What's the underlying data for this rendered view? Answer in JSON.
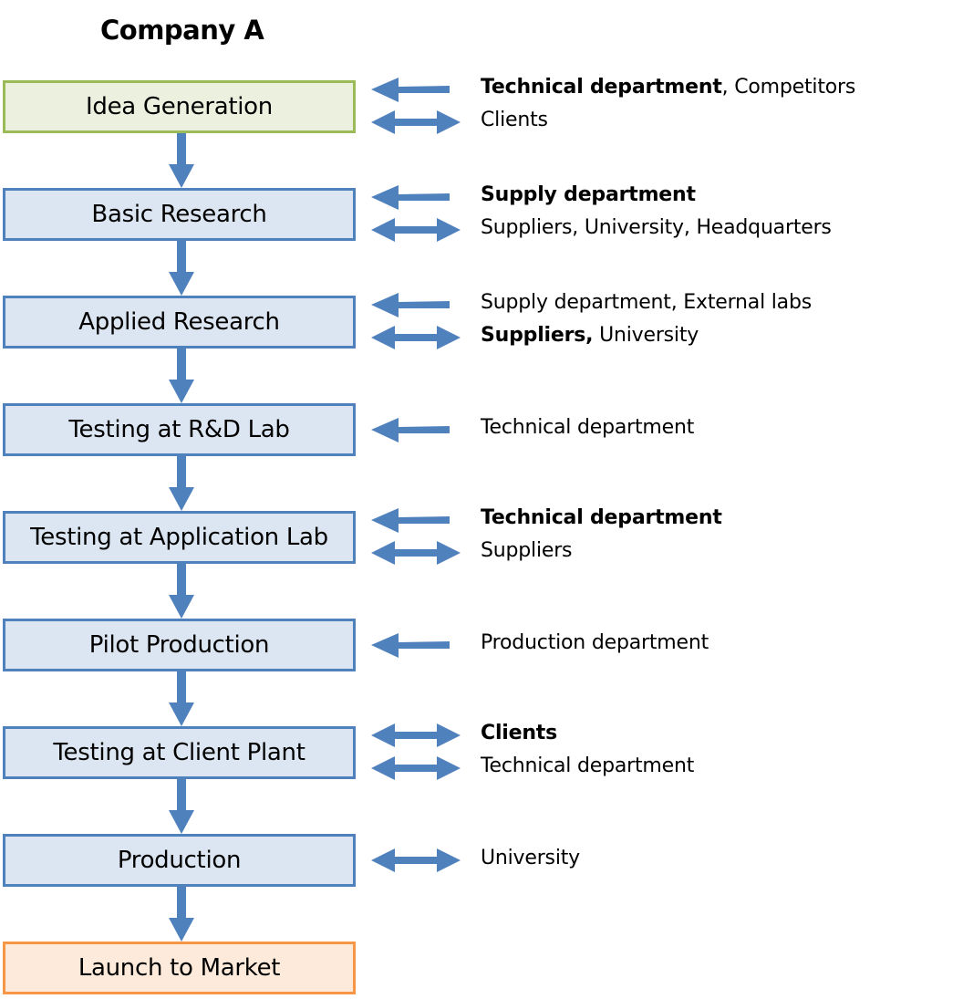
{
  "title": "Company A",
  "colors": {
    "stage_border": "#4f81bd",
    "stage_fill": "#dce6f2",
    "first_border": "#9bbb59",
    "first_fill": "#ebf1de",
    "last_border": "#f79646",
    "last_fill": "#fdeada",
    "arrow": "#4f81bd"
  },
  "stages": [
    {
      "label": "Idea Generation",
      "links": [
        {
          "direction": "inbound",
          "parts": [
            {
              "text": "Technical department",
              "bold": true
            },
            {
              "text": ", Competitors",
              "bold": false
            }
          ]
        },
        {
          "direction": "bidirectional",
          "parts": [
            {
              "text": "Clients",
              "bold": false
            }
          ]
        }
      ]
    },
    {
      "label": "Basic Research",
      "links": [
        {
          "direction": "inbound",
          "parts": [
            {
              "text": "Supply department",
              "bold": true
            }
          ]
        },
        {
          "direction": "bidirectional",
          "parts": [
            {
              "text": "Suppliers, University, Headquarters",
              "bold": false
            }
          ]
        }
      ]
    },
    {
      "label": "Applied Research",
      "links": [
        {
          "direction": "inbound",
          "parts": [
            {
              "text": "Supply department, External labs",
              "bold": false
            }
          ]
        },
        {
          "direction": "bidirectional",
          "parts": [
            {
              "text": "Suppliers,",
              "bold": true
            },
            {
              "text": " University",
              "bold": false
            }
          ]
        }
      ]
    },
    {
      "label": "Testing at R&D Lab",
      "links": [
        {
          "direction": "inbound",
          "parts": [
            {
              "text": "Technical department",
              "bold": false
            }
          ]
        }
      ]
    },
    {
      "label": "Testing at Application Lab",
      "links": [
        {
          "direction": "inbound",
          "parts": [
            {
              "text": "Technical department",
              "bold": true
            }
          ]
        },
        {
          "direction": "bidirectional",
          "parts": [
            {
              "text": "Suppliers",
              "bold": false
            }
          ]
        }
      ]
    },
    {
      "label": "Pilot Production",
      "links": [
        {
          "direction": "inbound",
          "parts": [
            {
              "text": "Production department",
              "bold": false
            }
          ]
        }
      ]
    },
    {
      "label": "Testing at Client Plant",
      "links": [
        {
          "direction": "bidirectional",
          "parts": [
            {
              "text": "Clients",
              "bold": true
            }
          ]
        },
        {
          "direction": "bidirectional",
          "parts": [
            {
              "text": "Technical department",
              "bold": false
            }
          ]
        }
      ]
    },
    {
      "label": "Production",
      "links": [
        {
          "direction": "bidirectional",
          "parts": [
            {
              "text": "University",
              "bold": false
            }
          ]
        }
      ]
    },
    {
      "label": "Launch to Market",
      "links": []
    }
  ]
}
